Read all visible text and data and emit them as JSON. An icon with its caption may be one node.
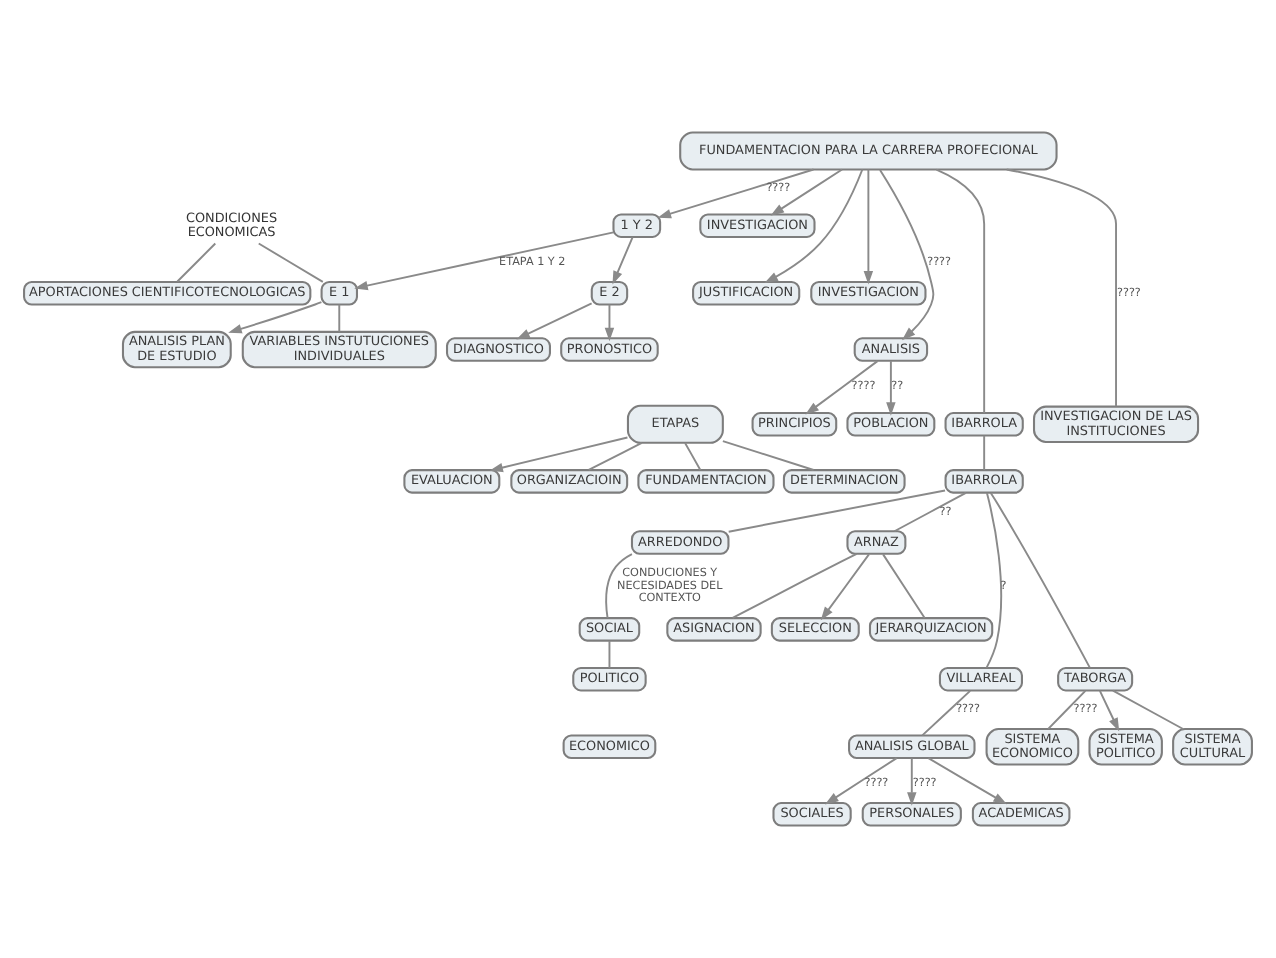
{
  "diagram": {
    "nodes": [
      {
        "text": [
          "CONDICIONES ECONOMICAS"
        ]
      },
      {
        "text": [
          "DIAGNOSTICO"
        ]
      },
      {
        "text": [
          "APORTACIONES CIENTIFICOTECNOLOGICAS"
        ]
      },
      {
        "text": [
          "PRONOSTICO"
        ]
      },
      {
        "text": [
          "E 1"
        ]
      },
      {
        "text": [
          "E 2"
        ]
      },
      {
        "text": [
          "ANALISIS PLAN DE ESTUDIO"
        ]
      },
      {
        "text": [
          "VARIABLES INSTUTUCIONES INDIVIDUALES"
        ]
      },
      {
        "text": [
          "FUNDAMENTACION PARA LA CARRERA PROFECIONAL"
        ]
      },
      {
        "text": [
          "INVESTIGACION"
        ]
      },
      {
        "text": [
          "JUSTIFICACION"
        ]
      },
      {
        "text": [
          "PRINCIPIOS"
        ]
      },
      {
        "text": [
          "1 Y 2"
        ]
      },
      {
        "text": [
          "ETAPAS"
        ]
      },
      {
        "text": [
          "INVESTIGACION"
        ]
      },
      {
        "text": [
          "ANALISIS"
        ]
      },
      {
        "text": [
          "POBLACION"
        ]
      },
      {
        "text": [
          "EVALUACION"
        ]
      },
      {
        "text": [
          "IBARROLA"
        ]
      },
      {
        "text": [
          "INVESTIGACION DE LAS INSTITUCIONES"
        ]
      },
      {
        "text": [
          "ORGANIZACIOIN"
        ]
      },
      {
        "text": [
          "FUNDAMENTACION"
        ]
      },
      {
        "text": [
          "DETERMINACION"
        ]
      },
      {
        "text": [
          "IBARROLA"
        ]
      },
      {
        "text": [
          "ARREDONDO"
        ]
      },
      {
        "text": [
          "SOCIAL"
        ]
      },
      {
        "text": [
          "ARNAZ"
        ]
      },
      {
        "text": [
          "ASIGNACION"
        ]
      },
      {
        "text": [
          "SELECCION"
        ]
      },
      {
        "text": [
          "POLITICO"
        ]
      },
      {
        "text": [
          "ECONOMICO"
        ]
      },
      {
        "text": [
          "JERARQUIZACION"
        ]
      },
      {
        "text": [
          "VILLAREAL"
        ]
      },
      {
        "text": [
          "ANALISIS GLOBAL"
        ]
      },
      {
        "text": [
          "TABORGA"
        ]
      },
      {
        "text": [
          "SISTEMA ECONOMICO"
        ]
      },
      {
        "text": [
          "SISTEMA POLITICO"
        ]
      },
      {
        "text": [
          "SOCIALES"
        ]
      },
      {
        "text": [
          "PERSONALES"
        ]
      },
      {
        "text": [
          "SISTEMA CULTURAL"
        ]
      },
      {
        "text": [
          "ACADEMICAS"
        ]
      }
    ],
    "edges": [
      {
        "from": 0,
        "to": 2,
        "arrow": "none"
      },
      {
        "from": 0,
        "to": 4,
        "arrow": "none"
      },
      {
        "from": 4,
        "to": 6,
        "arrow": "to"
      },
      {
        "from": 4,
        "to": 7,
        "arrow": "none"
      },
      {
        "from": 12,
        "to": 4,
        "arrow": "to",
        "label": "ETAPA 1 Y 2"
      },
      {
        "from": 12,
        "to": 5,
        "arrow": "to"
      },
      {
        "from": 5,
        "to": 1,
        "arrow": "to"
      },
      {
        "from": 5,
        "to": 3,
        "arrow": "to"
      },
      {
        "from": 8,
        "to": 12,
        "arrow": "to",
        "label": "????"
      },
      {
        "from": 8,
        "to": 9,
        "arrow": "to"
      },
      {
        "from": 8,
        "to": 10,
        "arrow": "to"
      },
      {
        "from": 8,
        "to": 14,
        "arrow": "to"
      },
      {
        "from": 8,
        "to": 15,
        "arrow": "to",
        "label": "????"
      },
      {
        "from": 8,
        "to": 19,
        "arrow": "none",
        "label": "????"
      },
      {
        "from": 8,
        "to": 18,
        "arrow": "none"
      },
      {
        "from": 15,
        "to": 11,
        "arrow": "to",
        "label": "????"
      },
      {
        "from": 15,
        "to": 16,
        "arrow": "to",
        "label": "??"
      },
      {
        "from": 13,
        "to": 17,
        "arrow": "to"
      },
      {
        "from": 13,
        "to": 20,
        "arrow": "none"
      },
      {
        "from": 13,
        "to": 21,
        "arrow": "none"
      },
      {
        "from": 13,
        "to": 22,
        "arrow": "none"
      },
      {
        "from": 18,
        "to": 23,
        "arrow": "none"
      },
      {
        "from": 23,
        "to": 26,
        "arrow": "none",
        "label": "??"
      },
      {
        "from": 23,
        "to": 24,
        "arrow": "none"
      },
      {
        "from": 23,
        "to": 32,
        "arrow": "none",
        "label": "?"
      },
      {
        "from": 23,
        "to": 34,
        "arrow": "none"
      },
      {
        "from": 24,
        "to": 25,
        "arrow": "none",
        "label": "CONDUCIONES Y NECESIDADES DEL CONTEXTO"
      },
      {
        "from": 25,
        "to": 29,
        "arrow": "none"
      },
      {
        "from": 26,
        "to": 28,
        "arrow": "to"
      },
      {
        "from": 26,
        "to": 27,
        "arrow": "none"
      },
      {
        "from": 26,
        "to": 31,
        "arrow": "none"
      },
      {
        "from": 32,
        "to": 33,
        "arrow": "none",
        "label": "????"
      },
      {
        "from": 33,
        "to": 37,
        "arrow": "to",
        "label": "????"
      },
      {
        "from": 33,
        "to": 38,
        "arrow": "to",
        "label": "????"
      },
      {
        "from": 33,
        "to": 40,
        "arrow": "to"
      },
      {
        "from": 34,
        "to": 36,
        "arrow": "to"
      },
      {
        "from": 34,
        "to": 39,
        "arrow": "none"
      },
      {
        "from": 34,
        "to": 35,
        "arrow": "none",
        "label": "????"
      }
    ]
  }
}
